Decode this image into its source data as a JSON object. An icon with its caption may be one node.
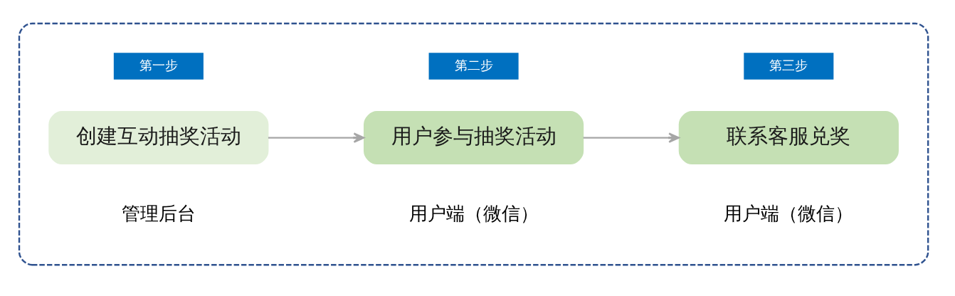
{
  "diagram": {
    "nodes": [
      {
        "text": [],
        "shape": "box"
      },
      {
        "text": [
          "第一步"
        ],
        "in": 0
      },
      {
        "text": [
          "第二步"
        ],
        "in": 0
      },
      {
        "text": [
          "第三步"
        ],
        "in": 0
      },
      {
        "text": [
          "创建互动抽奖活动"
        ],
        "in": 0,
        "beside": [
          "管理后台"
        ]
      },
      {
        "text": [
          "用户参与抽奖活动"
        ],
        "in": 0,
        "beside": [
          "用户端（微信）"
        ]
      },
      {
        "text": [
          "联系客服兑奖"
        ],
        "in": 0,
        "beside": [
          "用户端（微信）"
        ]
      }
    ],
    "edges": [
      {
        "from": 4,
        "to": 5,
        "arrow": "to"
      },
      {
        "from": 5,
        "to": 6,
        "arrow": "to"
      }
    ]
  }
}
